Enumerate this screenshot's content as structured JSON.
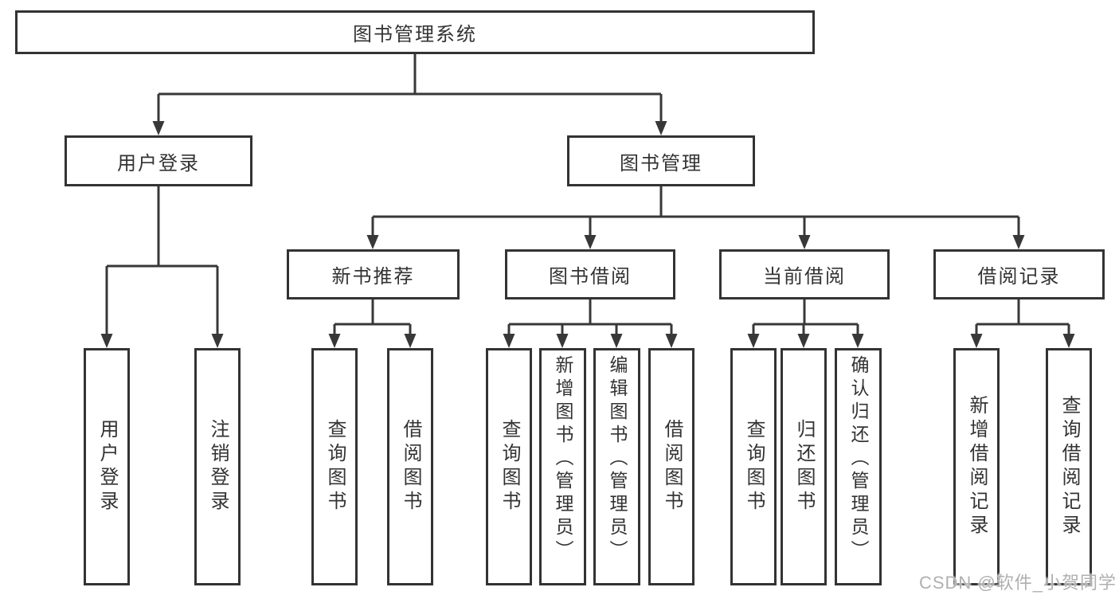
{
  "tree": {
    "root": {
      "label": "图书管理系统"
    },
    "children": [
      {
        "label": "用户登录",
        "children": [
          {
            "label": "用户登录"
          },
          {
            "label": "注销登录"
          }
        ]
      },
      {
        "label": "图书管理",
        "children": [
          {
            "label": "新书推荐",
            "children": [
              {
                "label": "查询图书"
              },
              {
                "label": "借阅图书"
              }
            ]
          },
          {
            "label": "图书借阅",
            "children": [
              {
                "label": "查询图书"
              },
              {
                "label": "新增图书（管理员）"
              },
              {
                "label": "编辑图书（管理员）"
              },
              {
                "label": "借阅图书"
              }
            ]
          },
          {
            "label": "当前借阅",
            "children": [
              {
                "label": "查询图书"
              },
              {
                "label": "归还图书"
              },
              {
                "label": "确认归还（管理员）"
              }
            ]
          },
          {
            "label": "借阅记录",
            "children": [
              {
                "label": "新增借阅记录"
              },
              {
                "label": "查询借阅记录"
              }
            ]
          }
        ]
      }
    ]
  },
  "watermark": {
    "text": "CSDN @软件_小贺同学"
  },
  "colors": {
    "line": "#383838",
    "box_border": "#333333",
    "text": "#333333",
    "watermark": "#b0b0b0",
    "background": "#ffffff"
  }
}
